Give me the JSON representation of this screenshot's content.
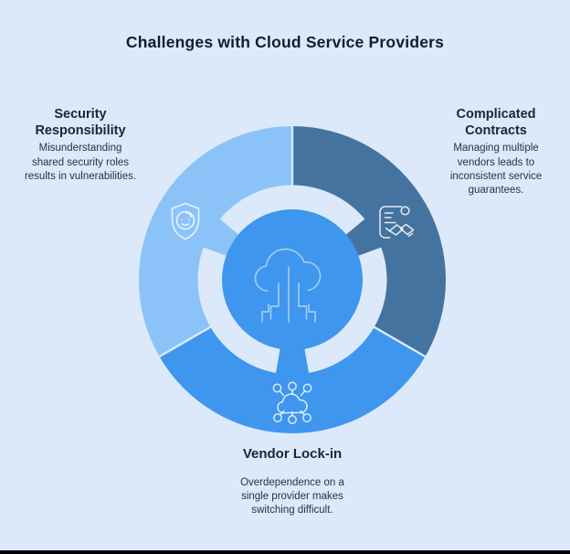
{
  "page": {
    "background_color": "#dbe9fa",
    "footer_bar_color": "#000000"
  },
  "title": "Challenges with Cloud Service Providers",
  "diagram": {
    "inner_ring_color": "#dbe9fa",
    "center": {
      "color": "#3e96ee",
      "icon": "cloud-circuit-icon"
    },
    "segments": [
      {
        "id": "security-responsibility",
        "heading": "Security\nResponsibility",
        "body": "Misunderstanding\nshared security roles\nresults in vulnerabilities.",
        "color": "#8bc3f9",
        "icon": "shield-user-icon",
        "position": "top-left"
      },
      {
        "id": "complicated-contracts",
        "heading": "Complicated\nContracts",
        "body": "Managing multiple\nvendors leads to\ninconsistent service\nguarantees.",
        "color": "#44739f",
        "icon": "contract-handshake-icon",
        "position": "top-right"
      },
      {
        "id": "vendor-lock-in",
        "heading": "Vendor Lock-in",
        "body": "Overdependence on a\nsingle provider makes\nswitching difficult.",
        "color": "#3e96ee",
        "icon": "cloud-network-icon",
        "position": "bottom"
      }
    ]
  }
}
